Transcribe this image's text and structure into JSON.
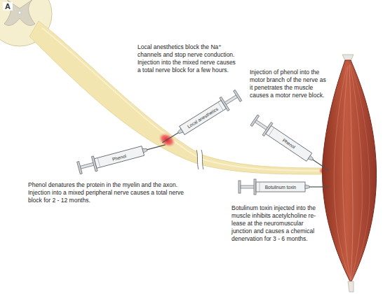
{
  "diagram": {
    "labels": [
      "A",
      "Local anesthetics block the Na⁺ channels and stop nerve conduction. Injection into the mixed nerve causes a total nerve block for a few hours.",
      "Local anesthetics",
      "Injection of phenol into the motor branch of the nerve as it penetrates the muscle causes a motor nerve block.",
      "Phenol",
      "Phenol",
      "Botulinum toxin",
      "Phenol denatures the protein in the myelin and the axon. Injection into a mixed peripheral nerve causes a total nerve block for 2 - 12 months.",
      "Botulinum toxin injected into the muscle inhibits acetylcholine re-lease at the neuromuscular junction and causes a chemical denervation for 3 - 6 months."
    ]
  }
}
